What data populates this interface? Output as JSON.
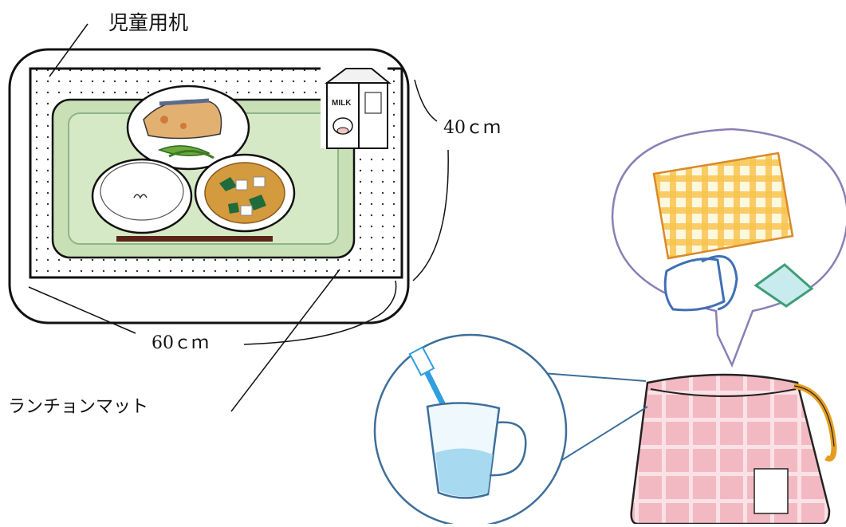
{
  "labels": {
    "desk": "児童用机",
    "depth": "40ｃｍ",
    "width": "60ｃｍ",
    "mat": "ランチョンマット"
  },
  "milk_text": "MILK",
  "colors": {
    "tray": "#c9e0b6",
    "tray_edge": "#8fb38a",
    "napkin_check": "#f5b630",
    "mask_outline": "#3f6fb5",
    "cloth_green": "#3f9e76",
    "bag_pink": "#f2b8c0",
    "bag_string": "#e59d20",
    "toothbrush": "#2f9fe0",
    "bubble_outline": "#8b7fb6",
    "cup_outline": "#3d6e9a"
  }
}
